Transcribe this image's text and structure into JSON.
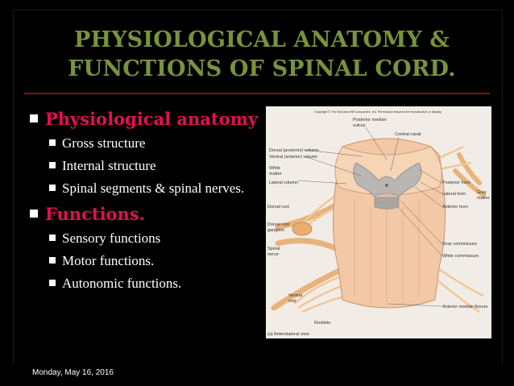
{
  "slide": {
    "title_line1": "PHYSIOLOGICAL ANATOMY &",
    "title_line2": "FUNCTIONS OF SPINAL CORD.",
    "sections": [
      {
        "label": "Physiological anatomy",
        "items": [
          "Gross structure",
          "Internal structure",
          "Spinal segments & spinal nerves."
        ]
      },
      {
        "label": "Functions",
        "items": [
          "Sensory functions",
          "Motor functions.",
          "Autonomic functions."
        ]
      }
    ],
    "date": "Monday, May 16, 2016"
  },
  "diagram": {
    "copyright": "Copyright © The McGraw-Hill Companies, Inc. Permission required for reproduction or display.",
    "labels": {
      "posterior_median_sulcus_1": "Posterior median",
      "posterior_median_sulcus_2": "sulcus",
      "central_canal": "Central canal",
      "dorsal_column": "Dorsal (posterior) column",
      "ventral_column": "Ventral (anterior) column",
      "lateral_column": "Lateral column",
      "white_matter_1": "White",
      "white_matter_2": "matter",
      "dorsal_root": "Dorsal root",
      "dorsal_root_ganglion_1": "Dorsal root",
      "dorsal_root_ganglion_2": "ganglion",
      "spinal_nerve_1": "Spinal",
      "spinal_nerve_2": "nerve",
      "ventral_root_1": "Ventral",
      "ventral_root_2": "root",
      "rootlets": "Rootlets",
      "view": "(a) Anterolateral view",
      "posterior_horn": "Posterior horn",
      "lateral_horn": "Lateral horn",
      "anterior_horn": "Anterior horn",
      "gray_matter_1": "Gray",
      "gray_matter_2": "matter",
      "gray_commissure": "Gray commissure",
      "white_commissure": "White commissure",
      "anterior_median_fissure": "Anterior median fissure"
    }
  }
}
